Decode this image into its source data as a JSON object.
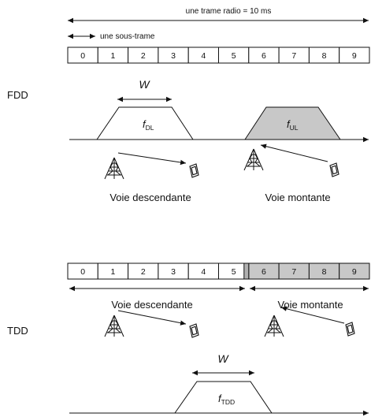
{
  "frame": {
    "label": "une trame radio = 10 ms",
    "subframe_label": "une sous-trame",
    "subframes": [
      "0",
      "1",
      "2",
      "3",
      "4",
      "5",
      "6",
      "7",
      "8",
      "9"
    ]
  },
  "fdd": {
    "label": "FDD",
    "bandwidth": "W",
    "dl_symbol": "f",
    "dl_sub": "DL",
    "ul_symbol": "f",
    "ul_sub": "UL",
    "downlink_label": "Voie descendante",
    "uplink_label": "Voie montante"
  },
  "tdd": {
    "label": "TDD",
    "bandwidth": "W",
    "symbol": "f",
    "sub": "TDD",
    "downlink_label": "Voie descendante",
    "uplink_label": "Voie montante",
    "subframes": [
      "0",
      "1",
      "2",
      "3",
      "4",
      "5",
      "6",
      "7",
      "8",
      "9"
    ],
    "uplink_subframes": [
      "6",
      "7",
      "8",
      "9"
    ]
  },
  "colors": {
    "uplink_fill": "#c8c8c8",
    "guard_fill": "#b0b0b0",
    "line": "#111111",
    "background": "#ffffff"
  },
  "icons": [
    "base-station-icon",
    "mobile-phone-icon"
  ]
}
